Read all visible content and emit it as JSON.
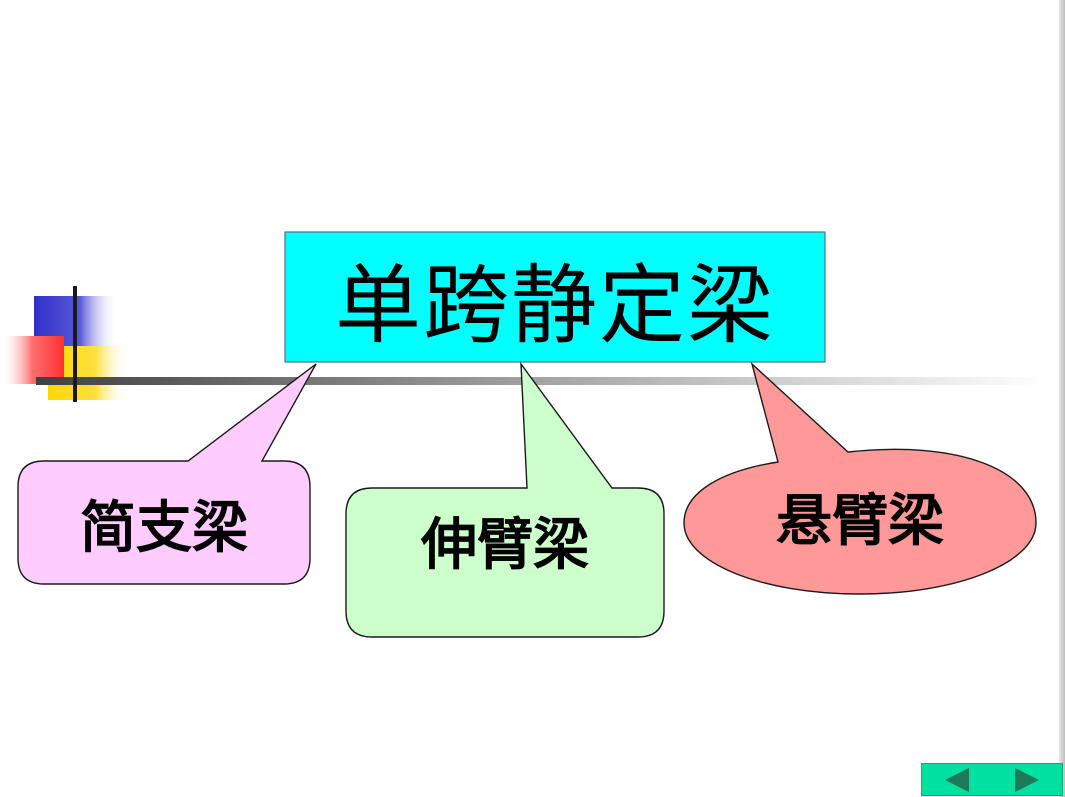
{
  "diagram": {
    "title": "单跨静定梁",
    "callouts": [
      {
        "id": "simple",
        "label": "简支梁"
      },
      {
        "id": "overhang",
        "label": "伸臂梁"
      },
      {
        "id": "cantilever",
        "label": "悬臂梁"
      }
    ]
  },
  "colors": {
    "title_fill": "#00ffff",
    "callout_simple_fill": "#ffccff",
    "callout_overhang_fill": "#ccffcc",
    "callout_cantilever_fill": "#ff9999",
    "nav_fill": "#00e0a0"
  },
  "navigation": {
    "prev_icon": "triangle-left-icon",
    "next_icon": "triangle-right-icon"
  }
}
